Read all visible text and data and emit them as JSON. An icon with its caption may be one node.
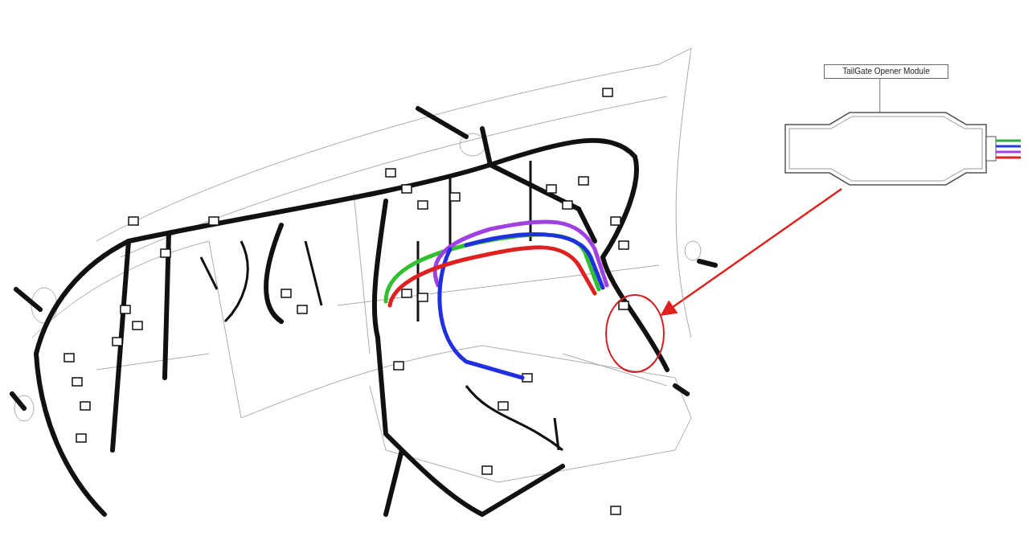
{
  "diagram": {
    "nodes": [
      {
        "text": [
          "TailGate Opener Module"
        ]
      },
      {
        "text": [],
        "shape": "picture"
      },
      {
        "text": [],
        "shape": "circle"
      }
    ],
    "edges": [
      {
        "from": 0,
        "to": 1,
        "arrow": "none"
      },
      {
        "from": 1,
        "to": 2,
        "arrow": "to",
        "color": "#e0201c"
      }
    ]
  }
}
